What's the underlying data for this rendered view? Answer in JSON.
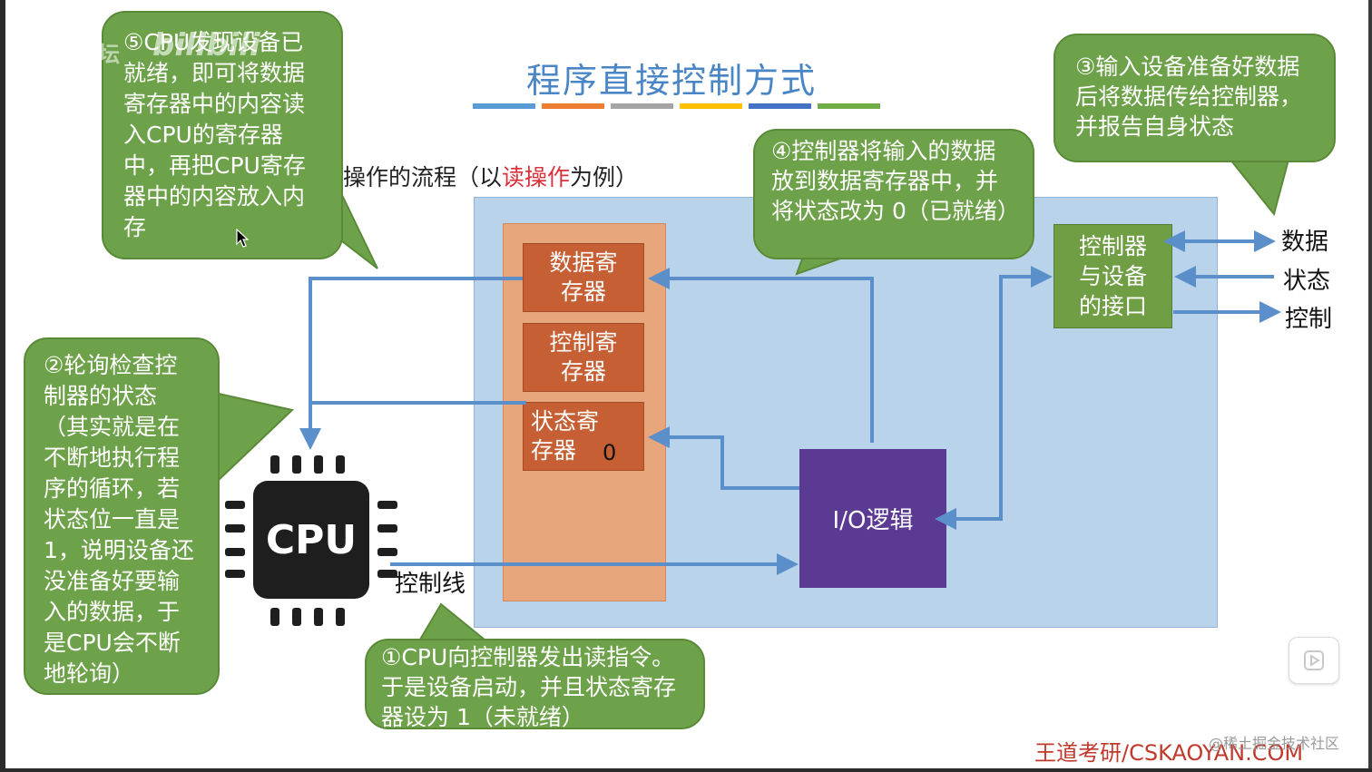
{
  "slide": {
    "title": "程序直接控制方式",
    "title_bar_colors": [
      "#5b9bd5",
      "#ed7d31",
      "#a5a5a5",
      "#ffc000",
      "#4472c4",
      "#70ad47"
    ],
    "subtitle": {
      "prefix": "操作的流程（以",
      "highlight": "读操作",
      "suffix": "为例）",
      "highlight_color": "#d9303a"
    }
  },
  "diagram": {
    "registers": {
      "data": "数据寄存器",
      "control": "控制寄存器",
      "status": "状态寄存器",
      "status_bit": "0"
    },
    "io_logic": "I/O逻辑",
    "interface": "控制器与设备的接口",
    "external_lines": {
      "data": "数据",
      "status": "状态",
      "control": "控制"
    },
    "control_line_label": "控制线",
    "cpu_label": "CPU"
  },
  "bubbles": {
    "step1": "①CPU向控制器发出读指令。于是设备启动，并且状态寄存器设为 1（未就绪）",
    "step2": "②轮询检查控制器的状态（其实就是在不断地执行程序的循环，若状态位一直是 1，说明设备还没准备好要输入的数据，于是CPU会不断地轮询）",
    "step3": "③输入设备准备好数据后将数据传给控制器，并报告自身状态",
    "step4": "④控制器将输入的数据放到数据寄存器中，并将状态改为 0（已就绪）",
    "step5": "⑤CPU发现设备已就绪，即可将数据寄存器中的内容读入CPU的寄存器中，再把CPU寄存器中的内容放入内存"
  },
  "footer": {
    "brand": "王道考研/CSKAOYAN.COM",
    "watermark": "@稀土掘金技术社区"
  },
  "overlay": {
    "source_watermark": "王道论坛",
    "video_logo": "bilibili"
  },
  "colors": {
    "arrow": "#5b8fc9",
    "bubble_green": "#6ea24a",
    "register_orange": "#c65f33",
    "io_purple": "#5b3a94",
    "panel_blue": "#b8d3ea"
  }
}
